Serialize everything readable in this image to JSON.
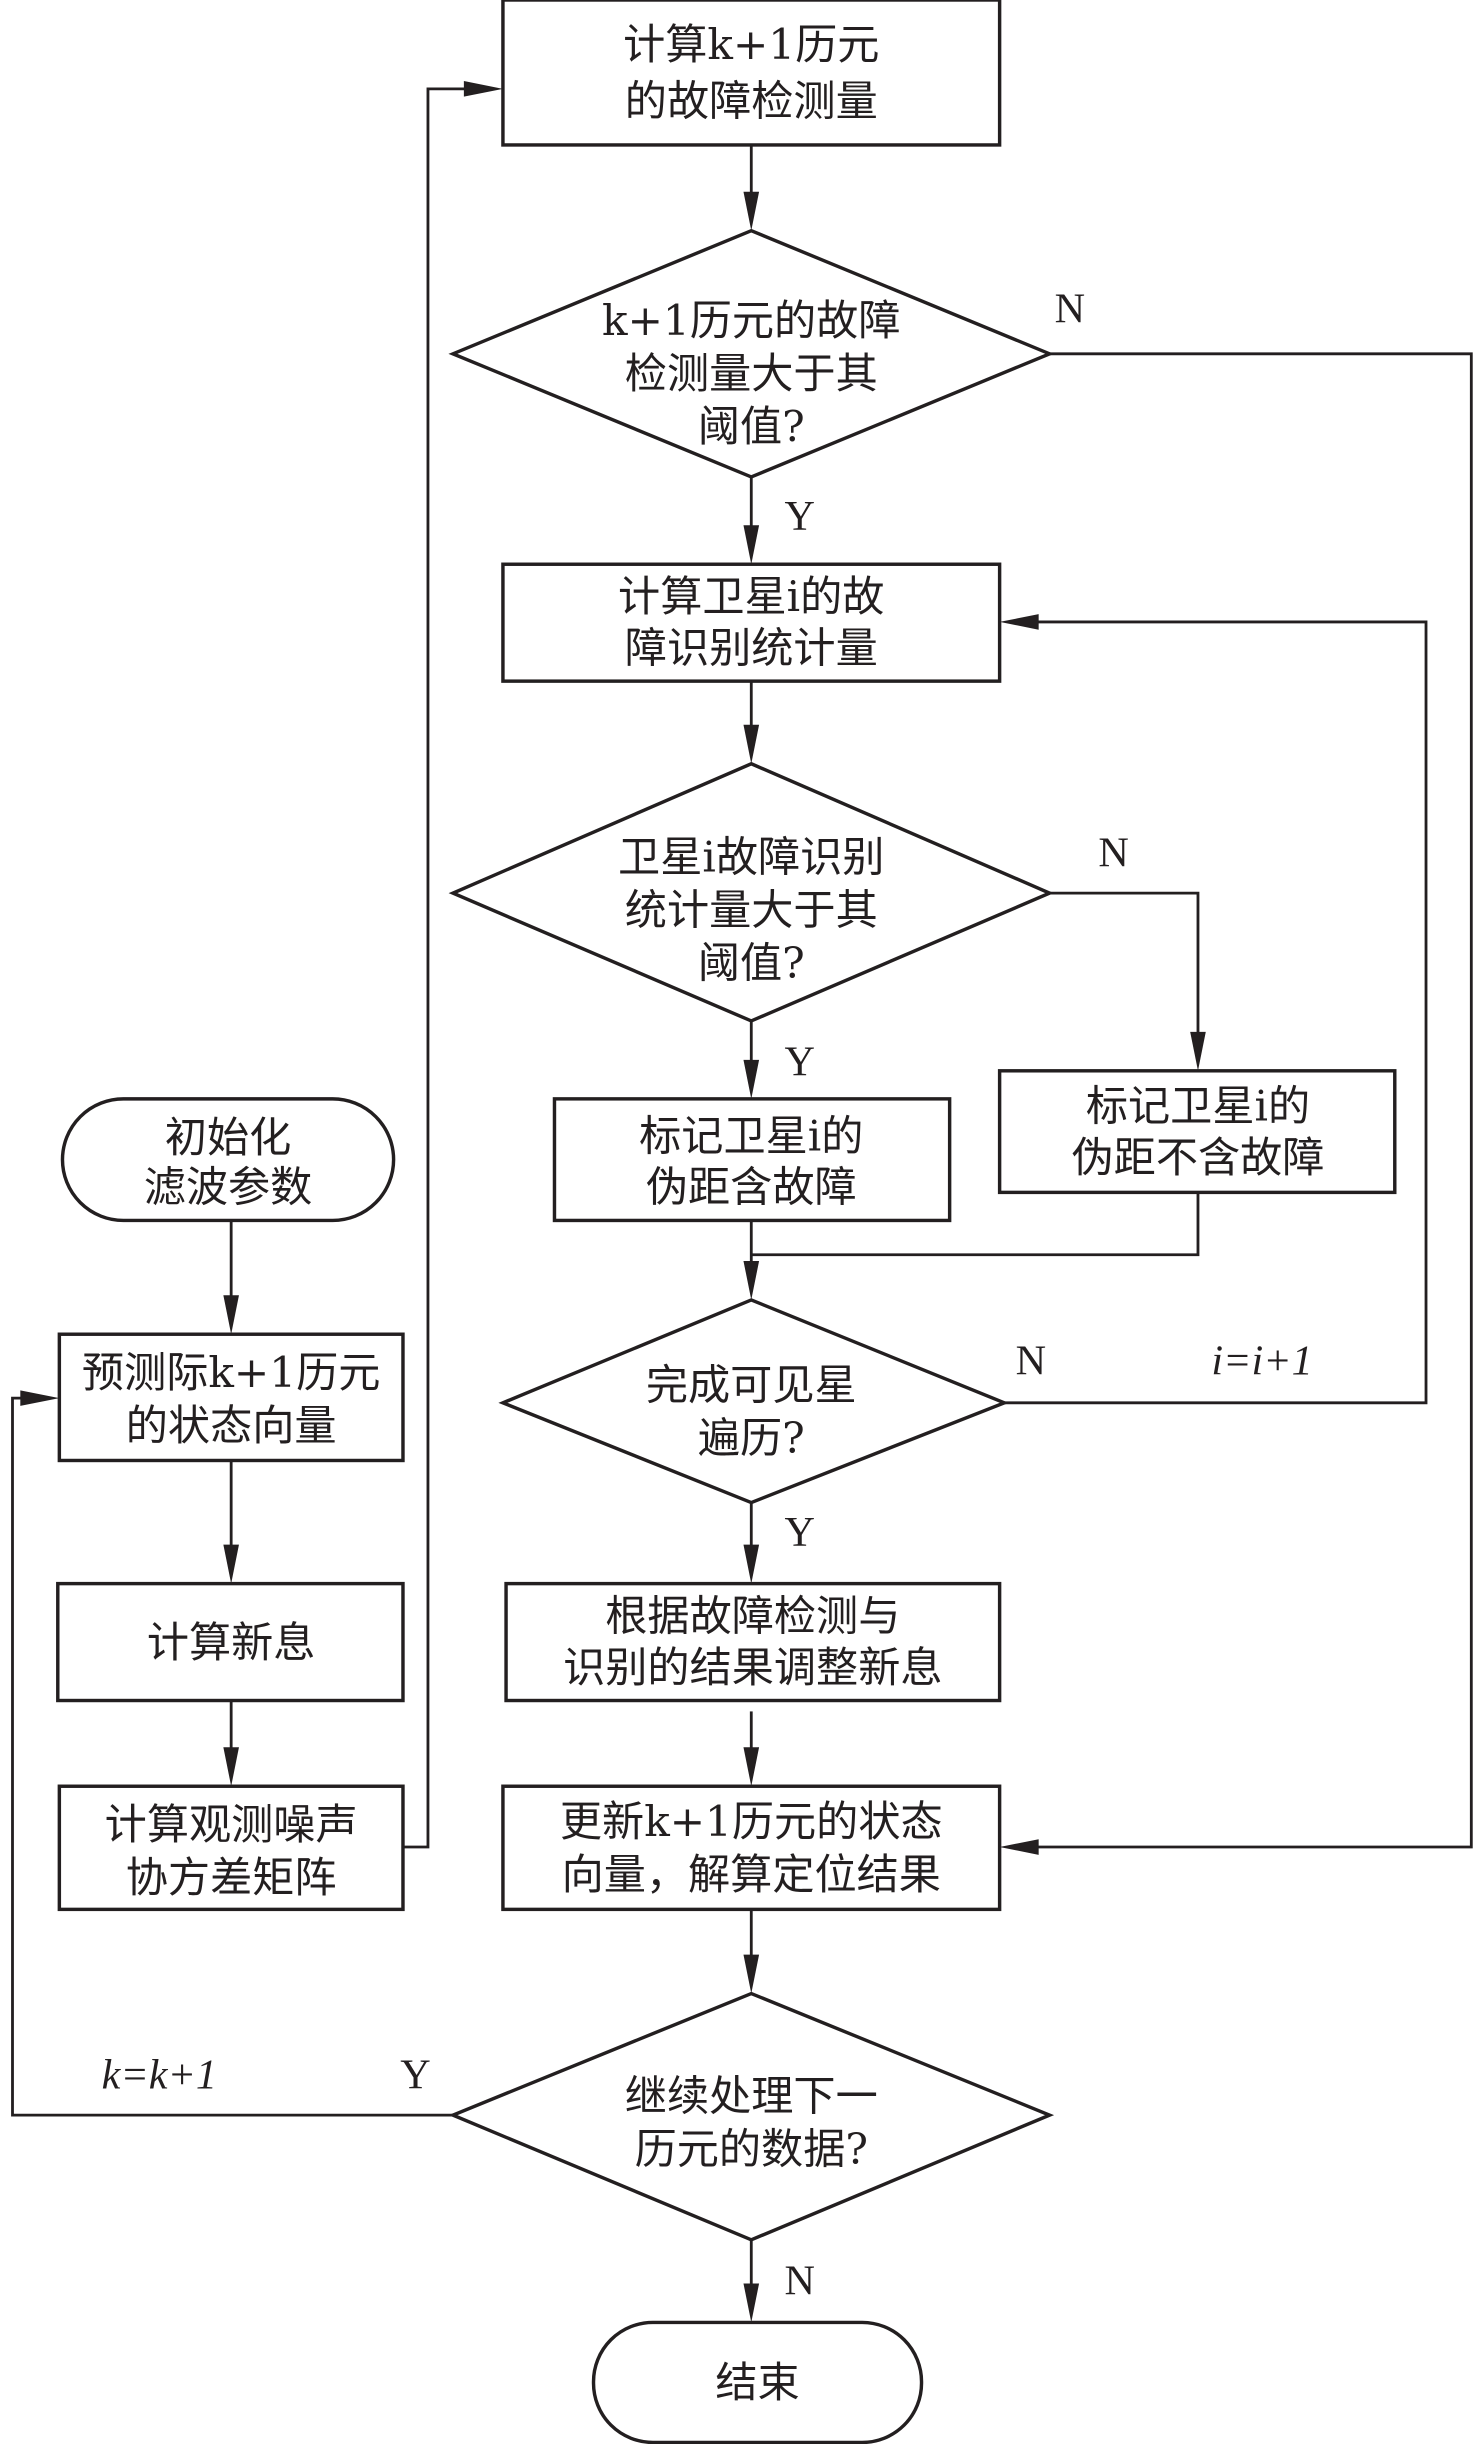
{
  "diagram": {
    "type": "flowchart",
    "colors": {
      "stroke": "#231f20",
      "background": "#ffffff",
      "text": "#231f20"
    },
    "nodes": {
      "start": {
        "shape": "terminator",
        "lines": [
          "初始化",
          "滤波参数"
        ]
      },
      "predict_state": {
        "shape": "process",
        "lines": [
          "预测际k+1历元",
          "的状态向量"
        ]
      },
      "compute_innov": {
        "shape": "process",
        "lines": [
          "计算新息"
        ]
      },
      "compute_noise": {
        "shape": "process",
        "lines": [
          "计算观测噪声",
          "协方差矩阵"
        ]
      },
      "fault_detect": {
        "shape": "process",
        "lines": [
          "计算k+1历元",
          "的故障检测量"
        ]
      },
      "detect_decision": {
        "shape": "decision",
        "lines": [
          "k+1历元的故障",
          "检测量大于其",
          "阈值?"
        ]
      },
      "fault_identify": {
        "shape": "process",
        "lines": [
          "计算卫星i的故",
          "障识别统计量"
        ]
      },
      "identify_decision": {
        "shape": "decision",
        "lines": [
          "卫星i故障识别",
          "统计量大于其",
          "阈值?"
        ]
      },
      "mark_faulty": {
        "shape": "process",
        "lines": [
          "标记卫星i的",
          "伪距含故障"
        ]
      },
      "mark_ok": {
        "shape": "process",
        "lines": [
          "标记卫星i的",
          "伪距不含故障"
        ]
      },
      "traverse_decision": {
        "shape": "decision",
        "lines": [
          "完成可见星",
          "遍历?"
        ]
      },
      "adjust_innov": {
        "shape": "process",
        "lines": [
          "根据故障检测与",
          "识别的结果调整新息"
        ]
      },
      "update_state": {
        "shape": "process",
        "lines": [
          "更新k+1历元的状态",
          "向量，解算定位结果"
        ]
      },
      "continue_decision": {
        "shape": "decision",
        "lines": [
          "继续处理下一",
          "历元的数据?"
        ]
      },
      "end": {
        "shape": "terminator",
        "lines": [
          "结束"
        ]
      }
    },
    "edge_labels": {
      "detect_no": "N",
      "detect_yes": "Y",
      "identify_no": "N",
      "identify_yes": "Y",
      "traverse_no": "N",
      "traverse_increment": "i=i+1",
      "traverse_yes": "Y",
      "continue_yes": "Y",
      "continue_increment": "k=k+1",
      "continue_no": "N"
    },
    "edges": [
      {
        "from": "start",
        "to": "predict_state"
      },
      {
        "from": "predict_state",
        "to": "compute_innov"
      },
      {
        "from": "compute_innov",
        "to": "compute_noise"
      },
      {
        "from": "compute_noise",
        "to": "fault_detect"
      },
      {
        "from": "fault_detect",
        "to": "detect_decision"
      },
      {
        "from": "detect_decision",
        "to": "fault_identify",
        "label": "Y"
      },
      {
        "from": "detect_decision",
        "to": "update_state",
        "label": "N"
      },
      {
        "from": "fault_identify",
        "to": "identify_decision"
      },
      {
        "from": "identify_decision",
        "to": "mark_faulty",
        "label": "Y"
      },
      {
        "from": "identify_decision",
        "to": "mark_ok",
        "label": "N"
      },
      {
        "from": "mark_faulty",
        "to": "traverse_decision"
      },
      {
        "from": "mark_ok",
        "to": "traverse_decision"
      },
      {
        "from": "traverse_decision",
        "to": "fault_identify",
        "label": "N, i=i+1"
      },
      {
        "from": "traverse_decision",
        "to": "adjust_innov",
        "label": "Y"
      },
      {
        "from": "adjust_innov",
        "to": "update_state"
      },
      {
        "from": "update_state",
        "to": "continue_decision"
      },
      {
        "from": "continue_decision",
        "to": "predict_state",
        "label": "Y, k=k+1"
      },
      {
        "from": "continue_decision",
        "to": "end",
        "label": "N"
      }
    ]
  }
}
